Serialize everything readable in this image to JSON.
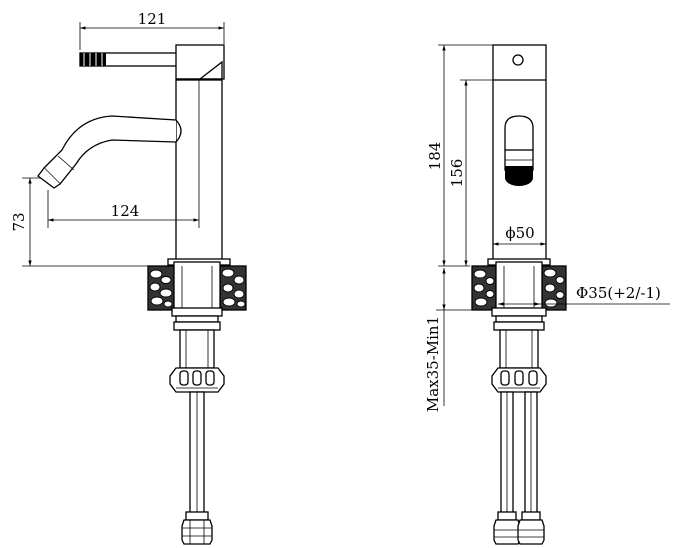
{
  "dimensions": {
    "side_width": "121",
    "spout_reach": "124",
    "spout_height": "73",
    "total_height": "184",
    "body_height": "156",
    "body_diameter": "ϕ50",
    "hole_diameter": "Φ35(+2/-1)",
    "deck_thickness": "Max35-Min1"
  },
  "colors": {
    "line": "#000000",
    "background": "#ffffff"
  }
}
